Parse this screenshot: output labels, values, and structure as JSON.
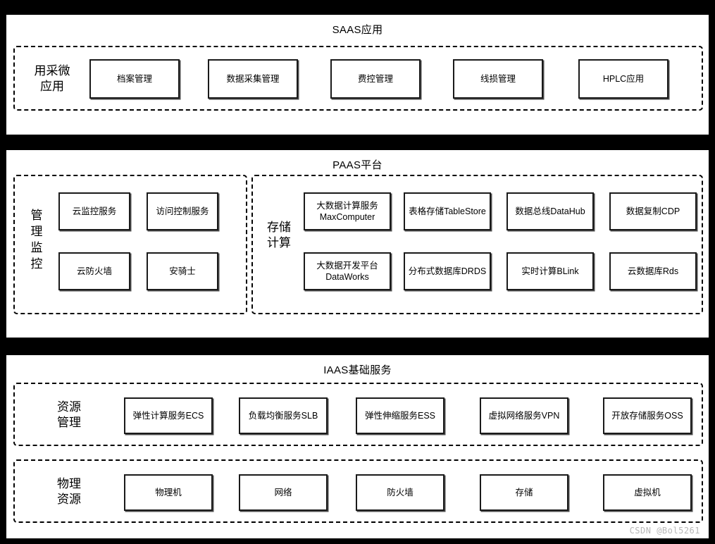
{
  "diagram": {
    "title_saas": "SAAS应用",
    "title_paas": "PAAS平台",
    "title_iaas": "IAAS基础服务",
    "watermark": "CSDN @Bol5261"
  },
  "saas": {
    "group_label": "用采微\n应用",
    "items": [
      {
        "label": "档案管理"
      },
      {
        "label": "数据采集管理"
      },
      {
        "label": "费控管理"
      },
      {
        "label": "线损管理"
      },
      {
        "label": "HPLC应用"
      }
    ]
  },
  "paas": {
    "manage": {
      "group_label": "管\n理\n监\n控",
      "items": [
        {
          "label": "云监控服务"
        },
        {
          "label": "访问控制服务"
        },
        {
          "label": "云防火墙"
        },
        {
          "label": "安骑士"
        }
      ]
    },
    "storage": {
      "group_label": "存储\n计算",
      "items": [
        {
          "label": "大数据计算服务\nMaxComputer"
        },
        {
          "label": "表格存储TableStore"
        },
        {
          "label": "数据总线DataHub"
        },
        {
          "label": "数据复制CDP"
        },
        {
          "label": "大数据开发平台\nDataWorks"
        },
        {
          "label": "分布式数据库DRDS"
        },
        {
          "label": "实时计算BLink"
        },
        {
          "label": "云数据库Rds"
        }
      ]
    }
  },
  "iaas": {
    "resource": {
      "group_label": "资源\n管理",
      "items": [
        {
          "label": "弹性计算服务ECS"
        },
        {
          "label": "负载均衡服务SLB"
        },
        {
          "label": "弹性伸缩服务ESS"
        },
        {
          "label": "虚拟网络服务VPN"
        },
        {
          "label": "开放存储服务OSS"
        }
      ]
    },
    "physical": {
      "group_label": "物理\n资源",
      "items": [
        {
          "label": "物理机"
        },
        {
          "label": "网络"
        },
        {
          "label": "防火墙"
        },
        {
          "label": "存储"
        },
        {
          "label": "虚拟机"
        }
      ]
    }
  }
}
